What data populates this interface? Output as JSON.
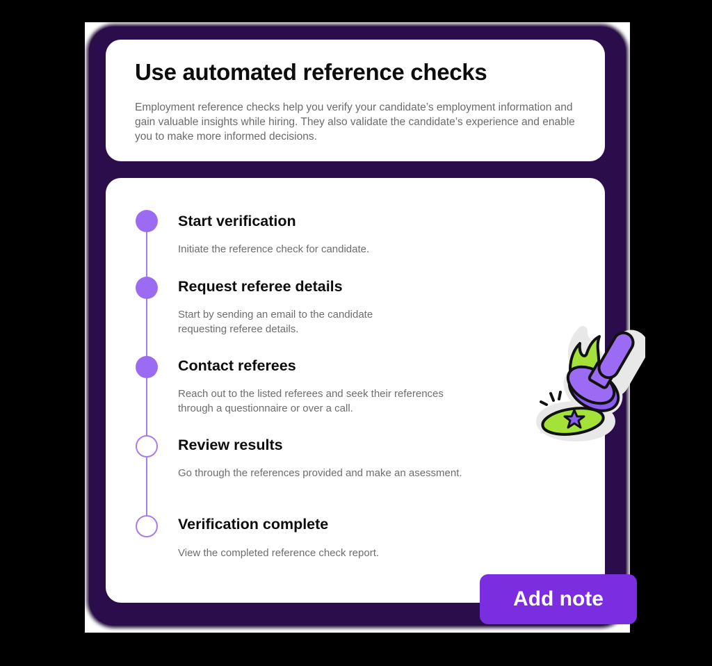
{
  "intro": {
    "title": "Use automated reference checks",
    "description": "Employment reference checks help you verify your candidate’s employment information and gain valuable insights while hiring. They also validate the candidate’s experience and enable you to make more informed decisions."
  },
  "steps": [
    {
      "title": "Start verification",
      "description": "Initiate the reference check for candidate.",
      "status": "done"
    },
    {
      "title": "Request referee details",
      "description": "Start by sending an email to the candidate requesting referee details.",
      "status": "done"
    },
    {
      "title": "Contact referees",
      "description": "Reach out to the listed referees and seek their references through a questionnaire or over a call.",
      "status": "done"
    },
    {
      "title": "Review results",
      "description": "Go through the references provided and make an asessment.",
      "status": "pending"
    },
    {
      "title": "Verification complete",
      "description": "View the completed reference check report.",
      "status": "pending"
    }
  ],
  "sticker": {
    "icon": "rubber-stamp-icon"
  },
  "actions": {
    "add_note_label": "Add note"
  },
  "colors": {
    "accent": "#7b2de0",
    "timeline": "#9b6cf3",
    "highlight": "#a4e23a",
    "backdrop": "#2b0d4c"
  }
}
